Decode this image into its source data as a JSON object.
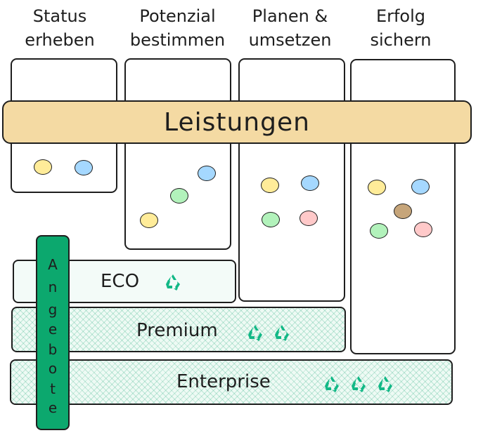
{
  "phases": [
    {
      "title": "Status\nerheben"
    },
    {
      "title": "Potenzial\nbestimmen"
    },
    {
      "title": "Planen &\numsetzen"
    },
    {
      "title": "Erfolg\nsichern"
    }
  ],
  "banner": {
    "label": "Leistungen"
  },
  "offer_bar": {
    "label": "Angebote",
    "letters": [
      "A",
      "n",
      "g",
      "e",
      "b",
      "o",
      "t",
      "e"
    ]
  },
  "tiers": [
    {
      "name": "ECO",
      "leaf_count": 1
    },
    {
      "name": "Premium",
      "leaf_count": 2
    },
    {
      "name": "Enterprise",
      "leaf_count": 3
    }
  ],
  "colors": {
    "yellow": "#ffec99",
    "blue": "#a5d8ff",
    "green": "#b2f2bb",
    "pink": "#ffc9c9",
    "brown": "#c6a57a",
    "banner": "#f4daa3",
    "offer_bar": "#0ca86e",
    "leaf": "#12b886"
  },
  "icons": {
    "tier_icon": "recycle-icon"
  }
}
